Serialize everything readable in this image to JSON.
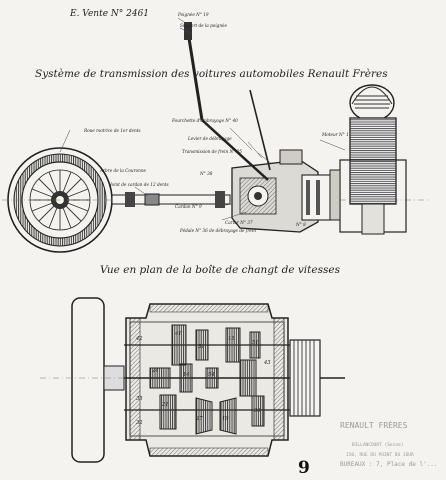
{
  "drawing": {
    "reference": "E. Vente N° 2461",
    "title": "Système de transmission des voitures automobiles Renault Frères",
    "subtitle": "Vue en plan de la boîte de changt de vitesses",
    "sheet_number": "9"
  },
  "callouts_top": {
    "lever": "Poignée N° 19",
    "lever_sub": "Support de la poignée",
    "clutch_fork": "Fourchette d'embrayage N° 40",
    "levier": "Levier de débrayage",
    "transmission": "Transmission de frein N° 35",
    "shaft_left": "Arbre de la Couronne",
    "no38": "N° 38",
    "cardan": "Cardan N° 9",
    "carter": "Carter N° 37",
    "pedal": "Pédale N° 36 de débrayage de frein",
    "no8": "N° 8",
    "engine": "Moteur N° 1",
    "wheel": "Roue motrice de 1er dents",
    "joint": "Joint de cardan de 12 dents"
  },
  "gear_labels": {
    "g41": "41",
    "g42": "42",
    "g18": "18",
    "g51": "51",
    "g43": "43",
    "g24": "24",
    "g31": "31",
    "g14": "14",
    "g54": "54",
    "g21": "21",
    "g27": "27",
    "g19": "19",
    "g30": "30",
    "g35": "35",
    "g32": "32"
  },
  "stamp": {
    "line1": "RENAULT FRÈRES",
    "line2": "BILLANCOURT (Seine)",
    "line3": "150, RUE DU POINT DU JOUR",
    "line4": "BUREAUX : 7, Place de l'..."
  }
}
